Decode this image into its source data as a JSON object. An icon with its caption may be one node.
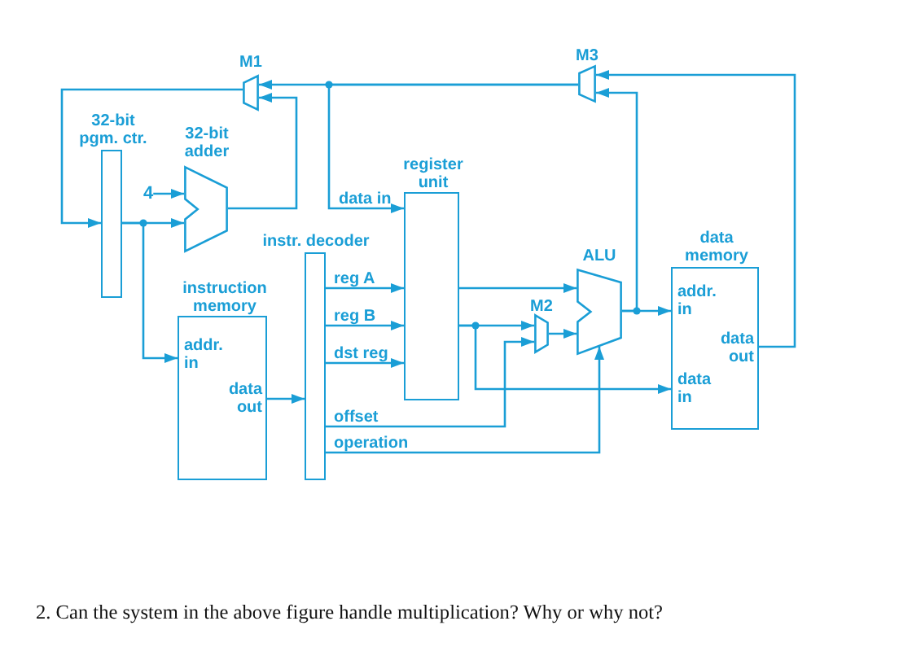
{
  "diagram": {
    "caption": "2. Can the system in the above figure handle multiplication? Why or why not?",
    "nodes": [
      {
        "text": [
          "M1"
        ]
      },
      {
        "text": [
          "M3"
        ]
      },
      {
        "text": [
          "32-bit pgm. ctr."
        ]
      },
      {
        "text": [
          "32-bit adder"
        ]
      },
      {
        "text": [
          "4"
        ]
      },
      {
        "text": [
          "register unit"
        ]
      },
      {
        "text": [
          "instr. decoder"
        ]
      },
      {
        "text": [
          "ALU"
        ]
      },
      {
        "text": [
          "data memory",
          "addr. in",
          "data out",
          "data in"
        ]
      },
      {
        "text": [
          "instruction memory",
          "addr. in",
          "data out"
        ]
      },
      {
        "text": [
          "M2"
        ]
      }
    ],
    "edges": [
      {
        "from": 0,
        "to": 2,
        "arrow": "to"
      },
      {
        "from": 2,
        "to": 3,
        "arrow": "to"
      },
      {
        "from": 4,
        "to": 3,
        "arrow": "to"
      },
      {
        "from": 3,
        "to": 0,
        "arrow": "to"
      },
      {
        "from": 2,
        "to": 9,
        "arrow": "to"
      },
      {
        "from": 1,
        "to": 0,
        "arrow": "to"
      },
      {
        "from": 1,
        "to": 5,
        "arrow": "to",
        "label": "data in"
      },
      {
        "from": 9,
        "to": 6,
        "arrow": "to"
      },
      {
        "from": 6,
        "to": 5,
        "arrow": "to",
        "label": "reg A"
      },
      {
        "from": 6,
        "to": 5,
        "arrow": "to",
        "label": "reg B"
      },
      {
        "from": 6,
        "to": 5,
        "arrow": "to",
        "label": "dst reg"
      },
      {
        "from": 6,
        "to": 10,
        "arrow": "to",
        "label": "offset"
      },
      {
        "from": 6,
        "to": 7,
        "arrow": "to",
        "label": "operation"
      },
      {
        "from": 5,
        "to": 7,
        "arrow": "to"
      },
      {
        "from": 5,
        "to": 10,
        "arrow": "to"
      },
      {
        "from": 5,
        "to": 8,
        "arrow": "to"
      },
      {
        "from": 10,
        "to": 7,
        "arrow": "to"
      },
      {
        "from": 7,
        "to": 8,
        "arrow": "to"
      },
      {
        "from": 7,
        "to": 1,
        "arrow": "to"
      },
      {
        "from": 8,
        "to": 1,
        "arrow": "to"
      }
    ]
  }
}
